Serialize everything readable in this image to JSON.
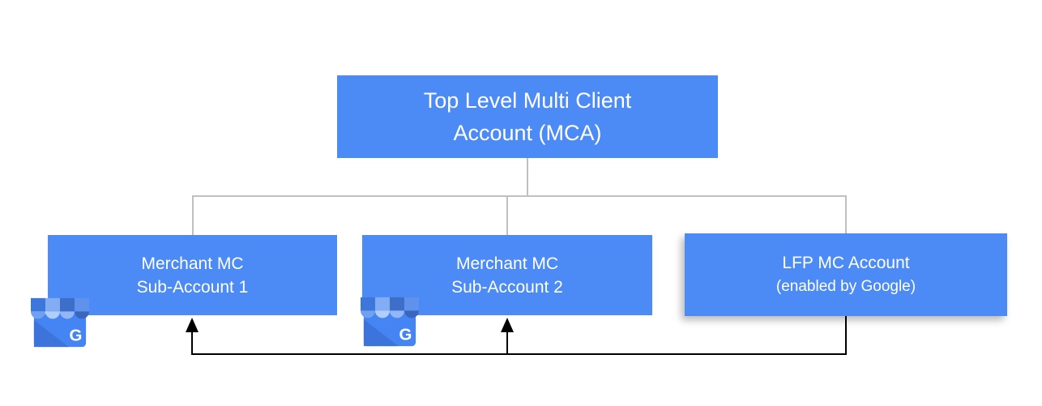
{
  "diagram": {
    "title_node": {
      "line1": "Top Level Multi Client",
      "line2": "Account (MCA)"
    },
    "children": [
      {
        "line1": "Merchant MC",
        "line2": "Sub-Account 1",
        "has_business_icon": true
      },
      {
        "line1": "Merchant MC",
        "line2": "Sub-Account 2",
        "has_business_icon": true
      },
      {
        "line1": "LFP MC Account",
        "line2": "(enabled by Google)",
        "has_business_icon": false
      }
    ],
    "icons": {
      "business_letter": "G"
    },
    "colors": {
      "node_blue": "#4C8BF5",
      "connector_gray": "#c0c0c0",
      "arrow_black": "#000000",
      "text_white": "#ffffff",
      "icon_body_blue": "#4484F3",
      "icon_awning_dark": "#3D77DC",
      "icon_awning_light": "#82ACF4",
      "icon_scallop_light": "#B1CDFA",
      "icon_scallop_dark": "#3B66BD"
    }
  }
}
